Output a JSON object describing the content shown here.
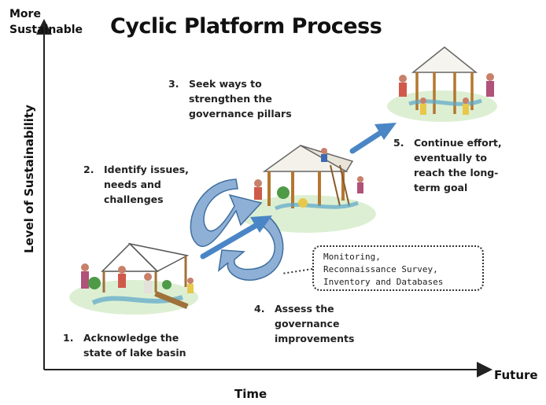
{
  "title": "Cyclic Platform Process",
  "axes": {
    "y_top_label_line1": "More",
    "y_top_label_line2": "Sustainable",
    "y_label": "Level of Sustainability",
    "x_label": "Time",
    "x_end_label": "Future"
  },
  "steps": [
    {
      "number": "1.",
      "lines": [
        "Acknowledge the",
        "state of lake basin"
      ]
    },
    {
      "number": "2.",
      "lines": [
        "Identify issues,",
        "needs and",
        "challenges"
      ]
    },
    {
      "number": "3.",
      "lines": [
        "Seek ways to",
        "strengthen the",
        "governance pillars"
      ]
    },
    {
      "number": "4.",
      "lines": [
        "Assess the",
        "governance",
        "improvements"
      ]
    },
    {
      "number": "5.",
      "lines": [
        "Continue effort,",
        "eventually to",
        "reach the long-",
        "term goal"
      ]
    }
  ],
  "callout": {
    "lines": [
      "Monitoring,",
      "Reconnaissance Survey,",
      "Inventory and Databases"
    ]
  },
  "colors": {
    "arrow_blue": "#4a86c6",
    "cycle_fill": "#8fb0d6",
    "cycle_stroke": "#3f6f9f",
    "axis": "#222222"
  }
}
